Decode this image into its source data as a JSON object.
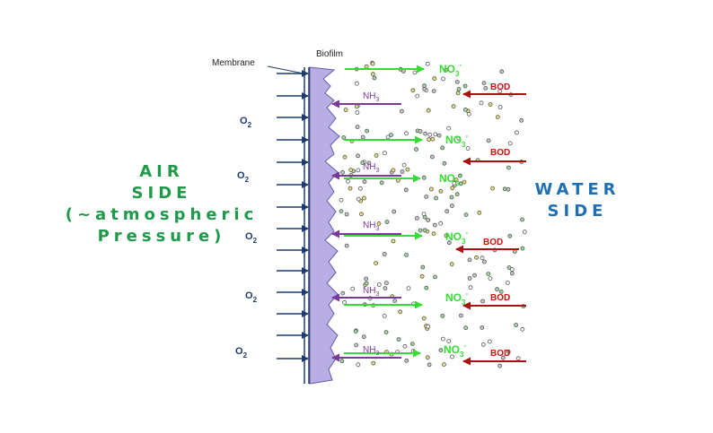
{
  "labels": {
    "membrane": "Membrane",
    "biofilm": "Biofilm",
    "o2": "O",
    "o2_sub": "2",
    "nh3": "NH",
    "nh3_sub": "3",
    "no3": "NO",
    "no3_sub": "3",
    "no3_sup": "-",
    "bod": "BOD"
  },
  "air_side": {
    "line1": "AIR",
    "line2": "SIDE",
    "line3": "(~atmospheric",
    "line4": "Pressure)"
  },
  "water_side": {
    "line1": "WATER",
    "line2": "SIDE"
  },
  "colors": {
    "membrane_arrow": "#1f3a6e",
    "biofilm_fill": "#b9aee3",
    "biofilm_edge": "#6a5aa8",
    "nh3_arrow": "#7a3a9a",
    "no3_arrow": "#33dd33",
    "bod_arrow": "#aa1111",
    "bod_text": "#cc1111",
    "nh3_text": "#7a3a9a",
    "no3_text": "#33dd33",
    "air_text": "#1f9a4a",
    "water_text": "#1f6fb5"
  }
}
